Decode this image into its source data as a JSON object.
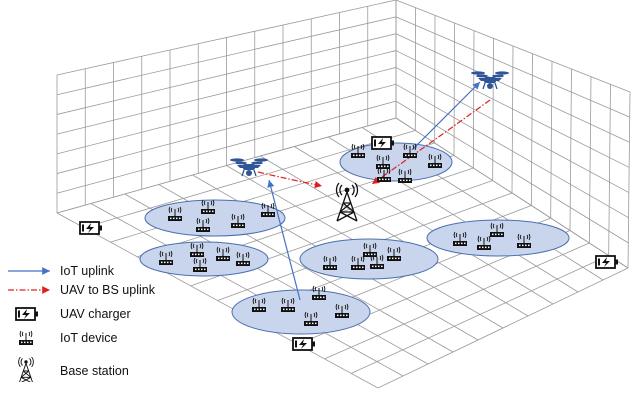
{
  "legend": {
    "items": [
      {
        "key": "iot-uplink",
        "label": "IoT uplink",
        "color": "#4472c4",
        "icon": "blue-arrow-line"
      },
      {
        "key": "uav-bs-uplink",
        "label": "UAV to BS uplink",
        "color": "#e02020",
        "icon": "red-dashdot-arrow"
      },
      {
        "key": "uav-charger",
        "label": "UAV charger",
        "icon": "battery-charging-icon"
      },
      {
        "key": "iot-device",
        "label": "IoT device",
        "icon": "iot-device-icon"
      },
      {
        "key": "base-station",
        "label": "Base station",
        "icon": "base-station-tower-icon"
      }
    ]
  },
  "colors": {
    "grid": "#9a9a9a",
    "cluster_fill": "#c9d5ec",
    "cluster_stroke": "#4a6fb0",
    "uav": "#2f5597",
    "iot_link": "#4472c4",
    "uav_link": "#e02020"
  }
}
